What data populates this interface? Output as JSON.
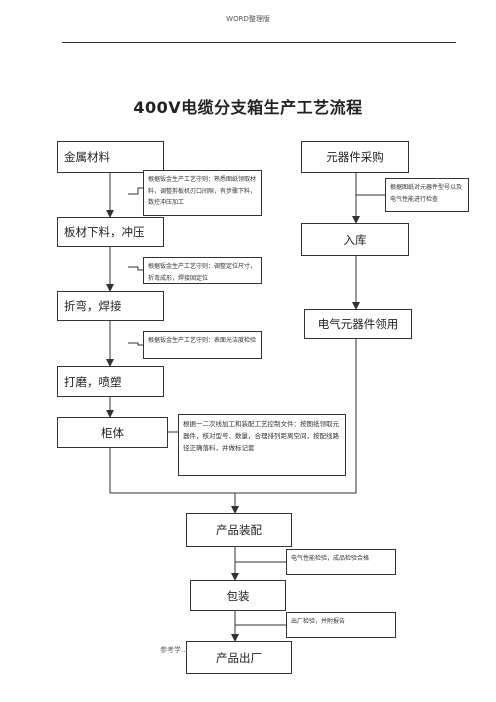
{
  "header": {
    "text": "WORD整理版"
  },
  "title": "400V电缆分支箱生产工艺流程",
  "boxes": {
    "metal": "金属材料",
    "cutting": "板材下料，冲压",
    "bending": "折弯，焊接",
    "grinding": "打磨，喷塑",
    "cabinet": "柜体",
    "purchase": "元器件采购",
    "storage": "入库",
    "requisition": "电气元器件领用",
    "assembly": "产品装配",
    "packing": "包装",
    "shipping": "产品出厂"
  },
  "notes": {
    "note1": "根据钣金生产工艺守则：熟悉图纸领取材料，调整剪板机刃口间隙，有步骤下料，数控冲压加工",
    "note2": "根据钣金生产工艺守则：调整定位尺寸，折弯成形，焊接固定位",
    "note3": "根据钣金生产工艺守则：表面光洁度检验",
    "note4": "根据图纸对元器件型号以及电气性能进行检查",
    "note5": "根据一二次线加工和装配工艺控制文件：按图纸领取元器件，核对型号、数量，合理排列距离空间，按配线路径正确落料，并做标记套",
    "note6": "电气性能检验，成品检验合格",
    "note7": "出厂检验，并附报告"
  },
  "footer": {
    "text": "参考学..."
  }
}
